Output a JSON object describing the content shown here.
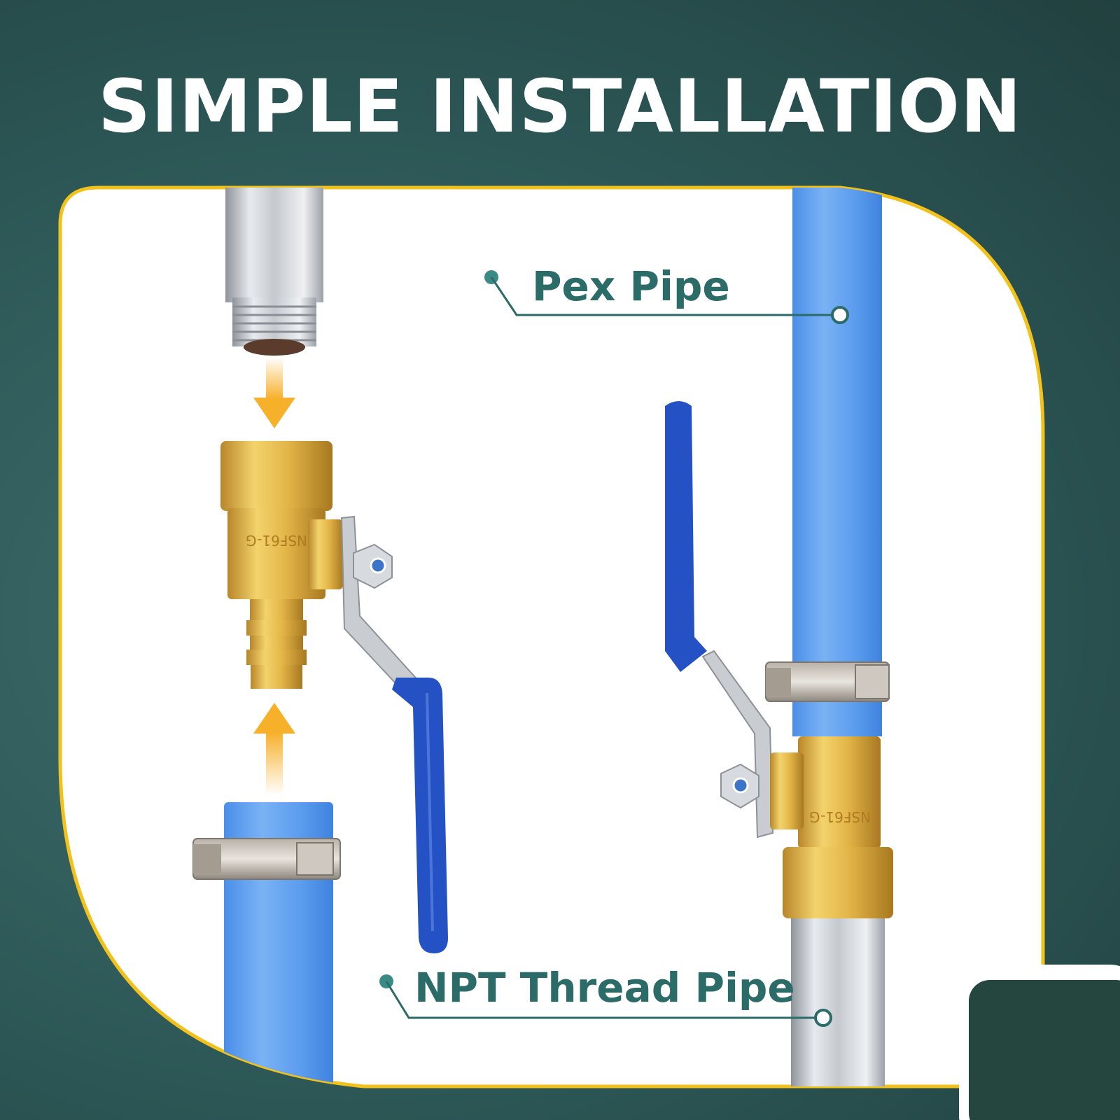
{
  "header": {
    "title": "SIMPLE INSTALLATION"
  },
  "callouts": {
    "pex_pipe": "Pex Pipe",
    "npt_thread_pipe": "NPT Thread Pipe"
  },
  "colors": {
    "background": "#2c5756",
    "panel_border": "#f2c21b",
    "panel": "#ffffff",
    "callout_text": "#2b6b68",
    "pex_pipe": "#5d9ef0",
    "handle": "#2451c4",
    "brass": "#e0b544",
    "arrow": "#f7b02a"
  },
  "icons": [
    "arrow-down-icon",
    "arrow-up-icon",
    "callout-dot-icon"
  ]
}
